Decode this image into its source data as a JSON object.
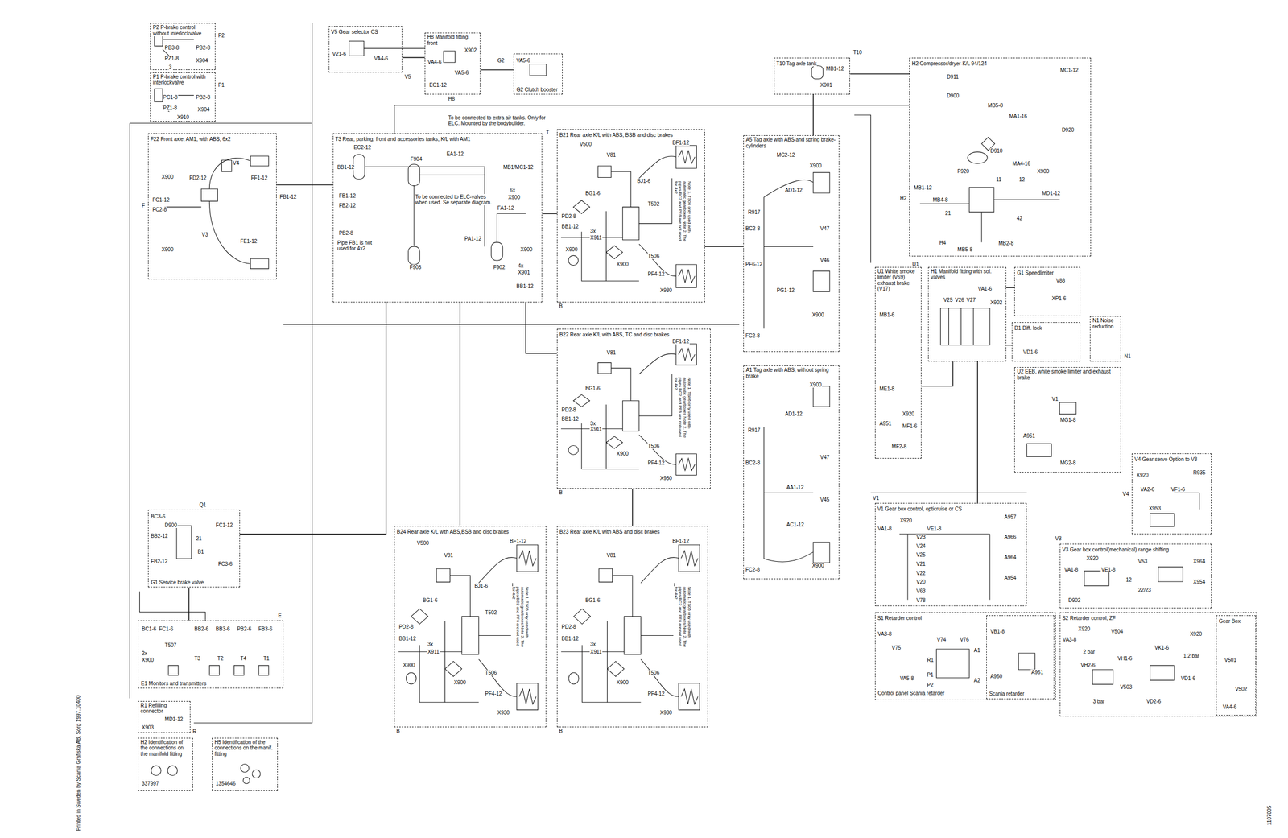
{
  "diagram": {
    "nodes": [
      {
        "text": [
          "P2 P-brake control without interlockvalve"
        ]
      },
      {
        "text": [
          "P1 P-brake control with interlockvalve"
        ]
      },
      {
        "text": [
          "F22 Front axle, AM1, with ABS, 6x2"
        ]
      },
      {
        "text": [
          "V5 Gear selector CS"
        ]
      },
      {
        "text": [
          "H8 Manifold fitting, front"
        ]
      },
      {
        "text": [
          "G2 Clutch booster"
        ]
      },
      {
        "text": [
          "T3 Rear, parking, front and accessories tanks, K/L with AM1"
        ]
      },
      {
        "text": [
          "B21 Rear axle K/L with ABS, BSB and disc brakes"
        ]
      },
      {
        "text": [
          "T10 Tag axle tank"
        ]
      },
      {
        "text": [
          "A5 Tag axle with ABS and spring brake-cylinders"
        ]
      },
      {
        "text": [
          "H2 Compressor/dryer-K/L 94/124"
        ]
      },
      {
        "text": [
          "U1 White smoke limiter (V69) exhaust brake (V17)"
        ]
      },
      {
        "text": [
          "H1 Manifold fitting with sol. valves"
        ]
      },
      {
        "text": [
          "G1 Speedlimiter"
        ]
      },
      {
        "text": [
          "D1 Diff. lock"
        ]
      },
      {
        "text": [
          "N1 Noise reduction"
        ]
      },
      {
        "text": [
          "U2 EEB, white smoke limiter and exhaust brake"
        ]
      },
      {
        "text": [
          "B22 Rear axle K/L with ABS, TC and disc brakes"
        ]
      },
      {
        "text": [
          "A1 Tag axle with ABS, without spring brake"
        ]
      },
      {
        "text": [
          "V4 Gear servo Option to V3"
        ]
      },
      {
        "text": [
          "V1 Gear box control, opticruise or CS"
        ]
      },
      {
        "text": [
          "V3 Gear box control(mechanical) range shifting"
        ]
      },
      {
        "text": [
          "S1 Retarder control"
        ]
      },
      {
        "text": [
          "S2 Retarder control, ZF"
        ]
      },
      {
        "text": [
          "G1 Service brake valve"
        ]
      },
      {
        "text": [
          "E1 Monitors and transmitters"
        ]
      },
      {
        "text": [
          "B24 Rear axle K/L with ABS,BSB and disc brakes"
        ]
      },
      {
        "text": [
          "B23 Rear axle K/L with ABS and disc brakes"
        ]
      },
      {
        "text": [
          "R1 Refilling connector"
        ]
      },
      {
        "text": [
          "H2 Identification of the connections on the manifold fitting"
        ]
      },
      {
        "text": [
          "H5 Identification of the connections on the manif. fitting"
        ]
      },
      {
        "text": [
          "Gear Box"
        ],
        "in": 23
      },
      {
        "text": [
          "Scania retarder"
        ],
        "in": 22
      }
    ],
    "edges": [
      {
        "from": 10,
        "to": 6,
        "arrow": "none"
      },
      {
        "from": 6,
        "to": 7,
        "arrow": "none"
      },
      {
        "from": 6,
        "to": 2,
        "arrow": "none"
      },
      {
        "from": 6,
        "to": 24,
        "arrow": "none"
      },
      {
        "from": 24,
        "to": 25,
        "arrow": "none"
      },
      {
        "from": 8,
        "to": 9,
        "arrow": "none"
      },
      {
        "from": 7,
        "to": 9,
        "arrow": "none"
      },
      {
        "from": 12,
        "to": 11,
        "arrow": "none"
      },
      {
        "from": 12,
        "to": 13,
        "arrow": "none"
      },
      {
        "from": 12,
        "to": 14,
        "arrow": "none"
      },
      {
        "from": 4,
        "to": 3,
        "arrow": "none"
      },
      {
        "from": 4,
        "to": 5,
        "arrow": "none"
      },
      {
        "from": 10,
        "to": 8,
        "arrow": "none"
      },
      {
        "from": 20,
        "to": 12,
        "arrow": "none"
      },
      {
        "from": 17,
        "to": 6,
        "arrow": "none"
      },
      {
        "from": 26,
        "to": 6,
        "arrow": "none"
      },
      {
        "from": 27,
        "to": 17,
        "arrow": "none"
      }
    ],
    "labels": [
      "Printed in Sweden by Scania Grafiska AB, Sörg 1997.10400",
      "1107005",
      "337997",
      "1354646",
      "To be connected to extra air tanks. Only for ELC. Mounted by the bodybuilder.",
      "To be connected to ELC-valves when used. Se separate diagram.",
      "Pipe FB1 is not used for 4x2",
      "PB3-8",
      "PB2-8",
      "PZ1-8",
      "X904",
      "3",
      "P2",
      "PC1-8",
      "PB2-8",
      "PZ1-8",
      "X910",
      "X904",
      "P1",
      "X900",
      "FD2-12",
      "V4",
      "FF1-12",
      "FC1-12",
      "FC2-8",
      "FB1-12",
      "V3",
      "FE1-12",
      "X900",
      "F",
      "V21-6",
      "VA4-6",
      "V5",
      "X902",
      "VA4-6",
      "VA5-6",
      "EC1-12",
      "H8",
      "VA5-6",
      "G2",
      "EC2-12",
      "EA1-12",
      "BB1-12",
      "FB1-12",
      "FB2-12",
      "PB2-8",
      "F904",
      "6x",
      "X900",
      "FA1-12",
      "PA1-12",
      "X900",
      "4x",
      "X901",
      "F903",
      "F902",
      "BB1-12",
      "MB1/MC1-12",
      "T",
      "Note 1. TS06 only used with automatic gearboxes Note 2. The pipes BC2 and PF6 are not used for 4x2",
      "V500",
      "V81",
      "BF1-12",
      "BJ1-6",
      "BG1-6",
      "T502",
      "PD2-8",
      "BB1-12",
      "3x",
      "X911",
      "X900",
      "X900",
      "T506",
      "PF4-12",
      "X930",
      "B",
      "Note 1. TS06 only used with automatic gearboxes Note 2. The pipes BC2 and PF6 are not used for 4x2",
      "V81",
      "BF1-12",
      "BG1-6",
      "PD2-8",
      "BB1-12",
      "3x",
      "X911",
      "X900",
      "T506",
      "PF4-12",
      "X930",
      "B",
      "Note 1. TS06 only used with automatic gearboxes Note 2. The pipes BC2 and PF6 are not used for 4x2",
      "V500",
      "V81",
      "BF1-12",
      "BJ1-6",
      "BG1-6",
      "T502",
      "PD2-8",
      "BB1-12",
      "3x",
      "X911",
      "X900",
      "X900",
      "T506",
      "PF4-12",
      "X930",
      "B",
      "Note 1. TS06 only used with automatic gearboxes Note 2. The pipes BC2 and PF6 are not used for 4x2",
      "V81",
      "BF1-12",
      "BG1-6",
      "PD2-8",
      "BB1-12",
      "3x",
      "X911",
      "X900",
      "T506",
      "PF4-12",
      "X930",
      "B",
      "MB1-12",
      "X901",
      "T10",
      "MC2-12",
      "X900",
      "AD1-12",
      "R917",
      "BC2-8",
      "V47",
      "PF6-12",
      "V46",
      "PG1-12",
      "X900",
      "FC2-8",
      "X900",
      "AD1-12",
      "R917",
      "BC2-8",
      "V47",
      "AA1-12",
      "V45",
      "AC1-12",
      "X900",
      "FC2-8",
      "D911",
      "D900",
      "MB5-8",
      "MA1-16",
      "D920",
      "F920",
      "D910",
      "MA4-16",
      "X900",
      "MB4-8",
      "MB1-12",
      "21",
      "11",
      "12",
      "MD1-12",
      "H4",
      "MB5-8",
      "MB2-8",
      "42",
      "MC1-12",
      "H2",
      "U1",
      "MB1-6",
      "ME1-8",
      "X920",
      "MF1-6",
      "A951",
      "MF2-8",
      "V25",
      "V26",
      "V27",
      "VA1-6",
      "X902",
      "V88",
      "XP1-6",
      "VD1-6",
      "N1",
      "V1",
      "MG1-8",
      "A951",
      "MG2-8",
      "V4",
      "X920",
      "R935",
      "VA2-6",
      "VF1-6",
      "X953",
      "V1",
      "VA1-8",
      "X920",
      "VE1-8",
      "A957",
      "V23",
      "V24",
      "V25",
      "V21",
      "V22",
      "V20",
      "V63",
      "V78",
      "A966",
      "A964",
      "A954",
      "V3",
      "VA1-8",
      "X920",
      "VE1-8",
      "V53",
      "X964",
      "12",
      "22/23",
      "X954",
      "D902",
      "VA3-8",
      "V75",
      "V74",
      "V76",
      "R1",
      "P1",
      "P2",
      "A1",
      "A2",
      "VA5-8",
      "Control panel Scania retarder",
      "VB1-8",
      "A960",
      "A961",
      "VA3-8",
      "X920",
      "V504",
      "2 bar",
      "VH2-6",
      "VH1-6",
      "VK1-6",
      "1,2 bar",
      "X920",
      "3 bar",
      "V503",
      "VD2-6",
      "VD1-6",
      "V501",
      "V502",
      "VA4-6",
      "BC1-6",
      "FC1-6",
      "BB2-6",
      "BB3-6",
      "PB2-6",
      "FB3-6",
      "2x",
      "X900",
      "T507",
      "T3",
      "T2",
      "T4",
      "T1",
      "E",
      "Q1",
      "BC3-6",
      "D900",
      "FC1-12",
      "BB2-12",
      "21",
      "B1",
      "FB2-12",
      "FC3-6",
      "MD1-12",
      "X903",
      "R"
    ]
  }
}
